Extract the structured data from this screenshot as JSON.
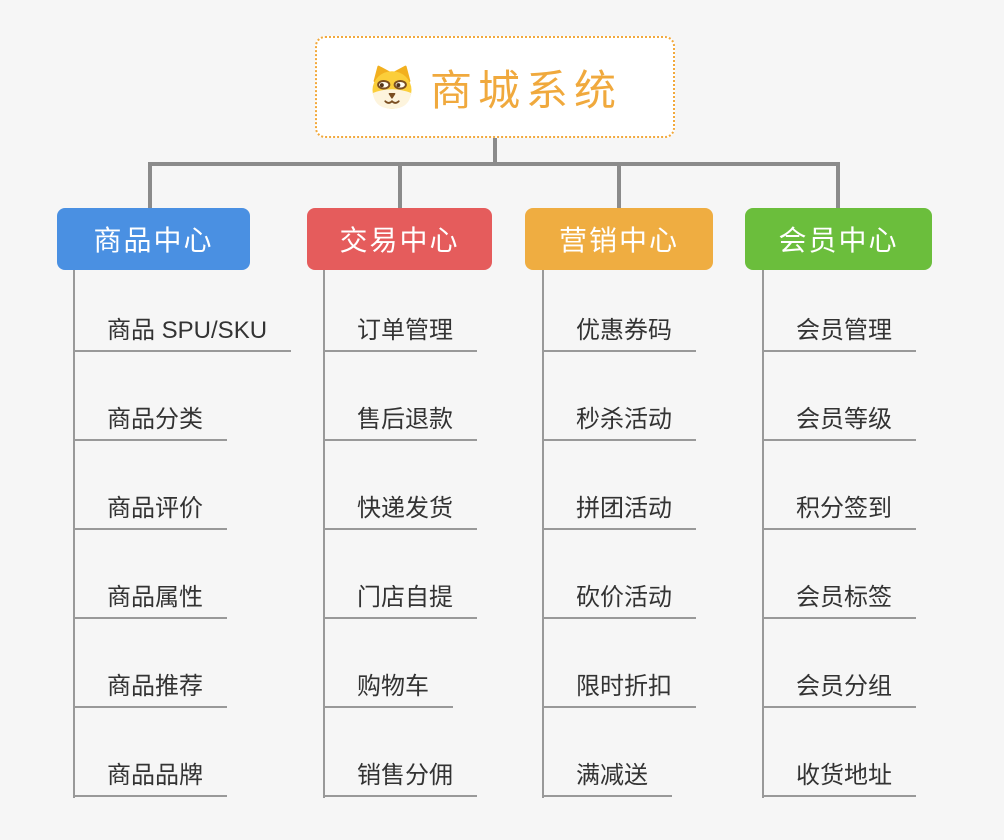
{
  "root": {
    "title": "商城系统",
    "icon": "doge-face-icon",
    "title_color": "#f0a93d",
    "border_color": "#f2a93c"
  },
  "connector_color": "#8b8b8b",
  "leaf_line_color": "#999999",
  "branches": [
    {
      "label": "商品中心",
      "color": "#4a90e2",
      "items": [
        "商品 SPU/SKU",
        "商品分类",
        "商品评价",
        "商品属性",
        "商品推荐",
        "商品品牌"
      ]
    },
    {
      "label": "交易中心",
      "color": "#e55c5c",
      "items": [
        "订单管理",
        "售后退款",
        "快递发货",
        "门店自提",
        "购物车",
        "销售分佣"
      ]
    },
    {
      "label": "营销中心",
      "color": "#efad41",
      "items": [
        "优惠券码",
        "秒杀活动",
        "拼团活动",
        "砍价活动",
        "限时折扣",
        "满减送"
      ]
    },
    {
      "label": "会员中心",
      "color": "#6bbe3c",
      "items": [
        "会员管理",
        "会员等级",
        "积分签到",
        "会员标签",
        "会员分组",
        "收货地址"
      ]
    }
  ]
}
